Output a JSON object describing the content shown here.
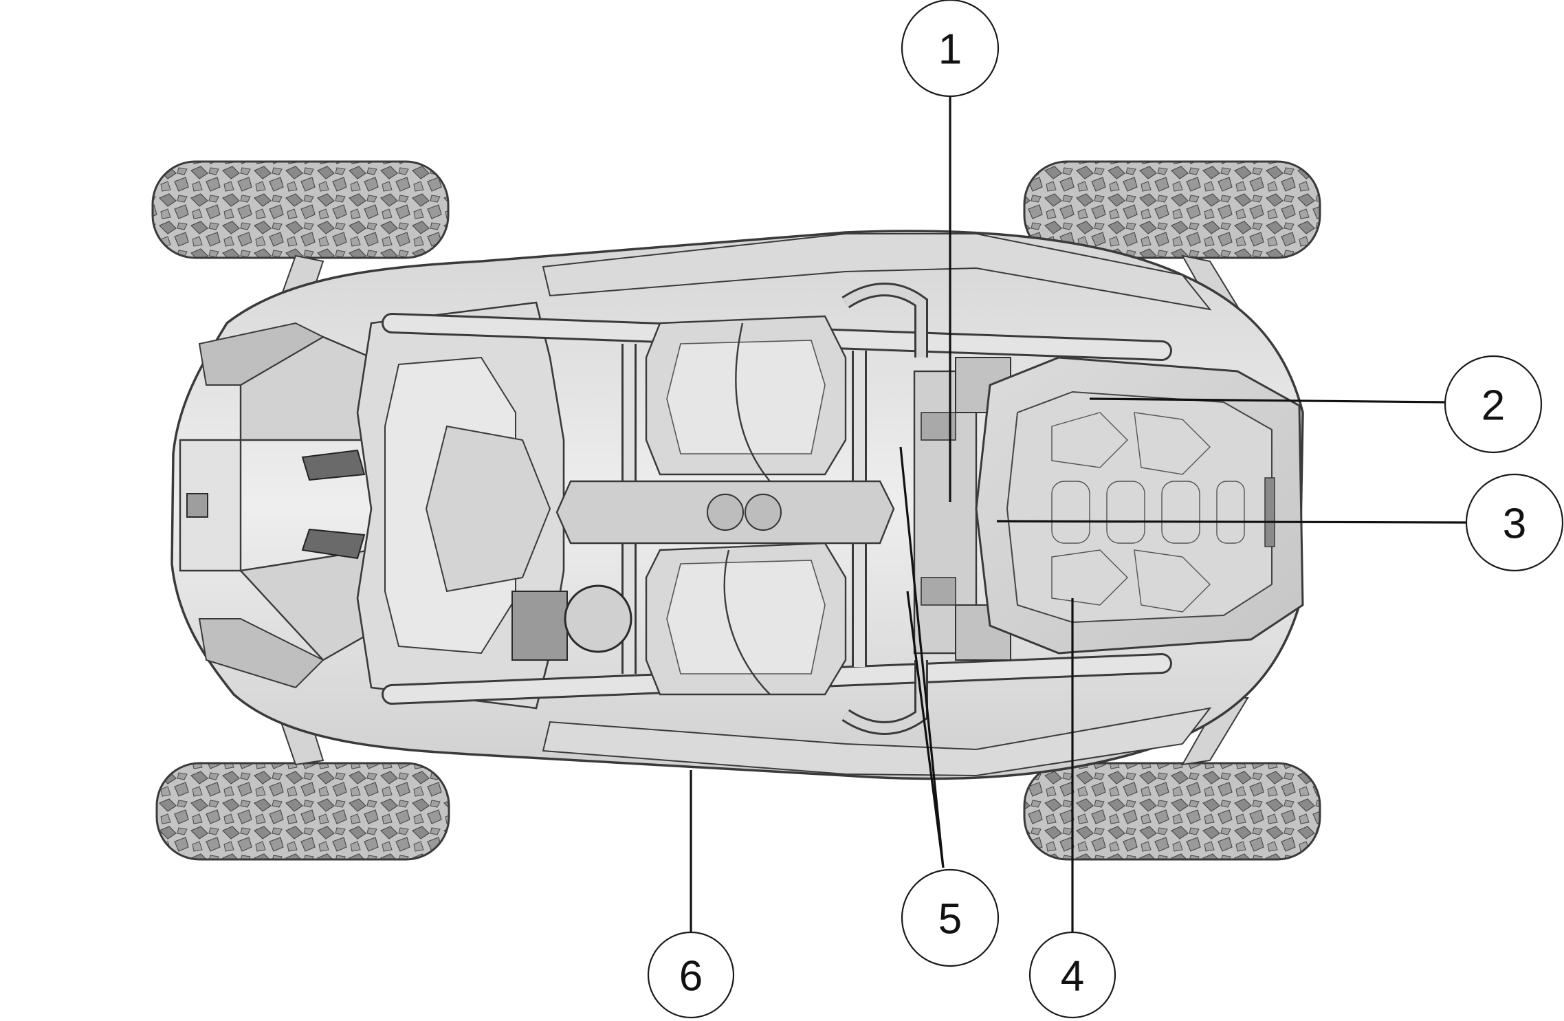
{
  "colors": {
    "body_light": "#e6e6e6",
    "body_mid": "#cfcfcf",
    "body_dark": "#9d9d9d",
    "outline": "#3a3a3a",
    "tire": "#bdbdbd",
    "tire_dark": "#6e6e6e",
    "callout_stroke": "#1a1a1a",
    "background": "#ffffff"
  },
  "callouts": [
    {
      "id": "1",
      "label": "1"
    },
    {
      "id": "2",
      "label": "2"
    },
    {
      "id": "3",
      "label": "3"
    },
    {
      "id": "4",
      "label": "4"
    },
    {
      "id": "5",
      "label": "5"
    },
    {
      "id": "6",
      "label": "6"
    }
  ]
}
